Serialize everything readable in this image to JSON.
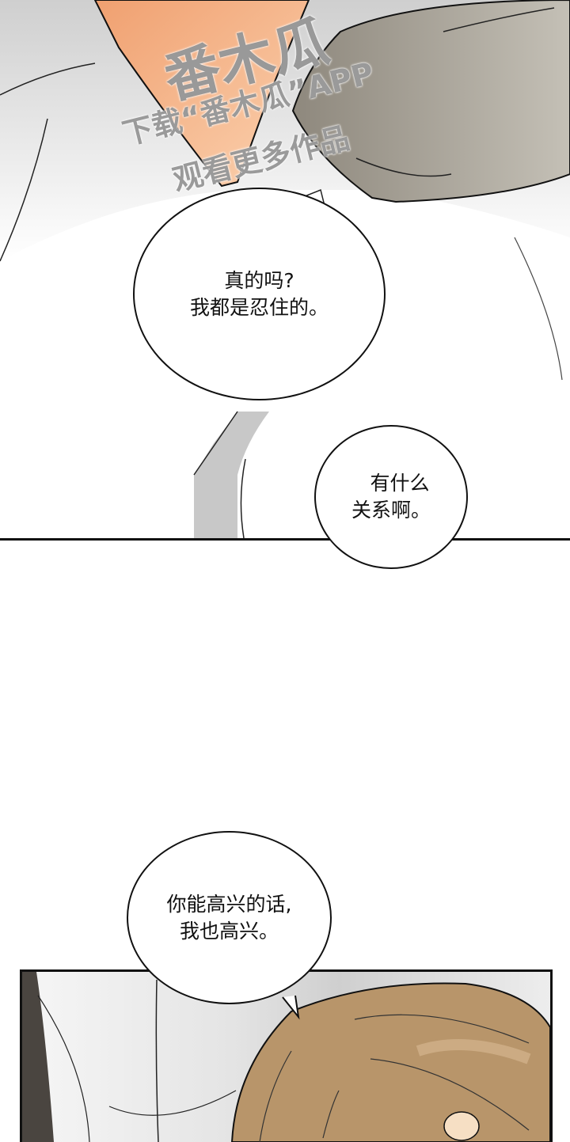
{
  "comic": {
    "watermark": {
      "logo": "番木瓜",
      "line1": "下载“番木瓜”APP",
      "line2": "观看更多作品"
    },
    "bubbles": [
      {
        "id": "bubble-1",
        "lines": [
          "真的吗?",
          "我都是忍住的。"
        ]
      },
      {
        "id": "bubble-2",
        "lines": [
          "有什么",
          "关系啊。"
        ]
      },
      {
        "id": "bubble-3",
        "lines": [
          "你能高兴的话,",
          "我也高兴。"
        ]
      }
    ],
    "colors": {
      "skin": "#f2a878",
      "sleeve_gray": "#a8a49a",
      "shirt_gray": "#d8d8d8",
      "hair_brown": "#b8956a",
      "ink": "#111111"
    }
  }
}
